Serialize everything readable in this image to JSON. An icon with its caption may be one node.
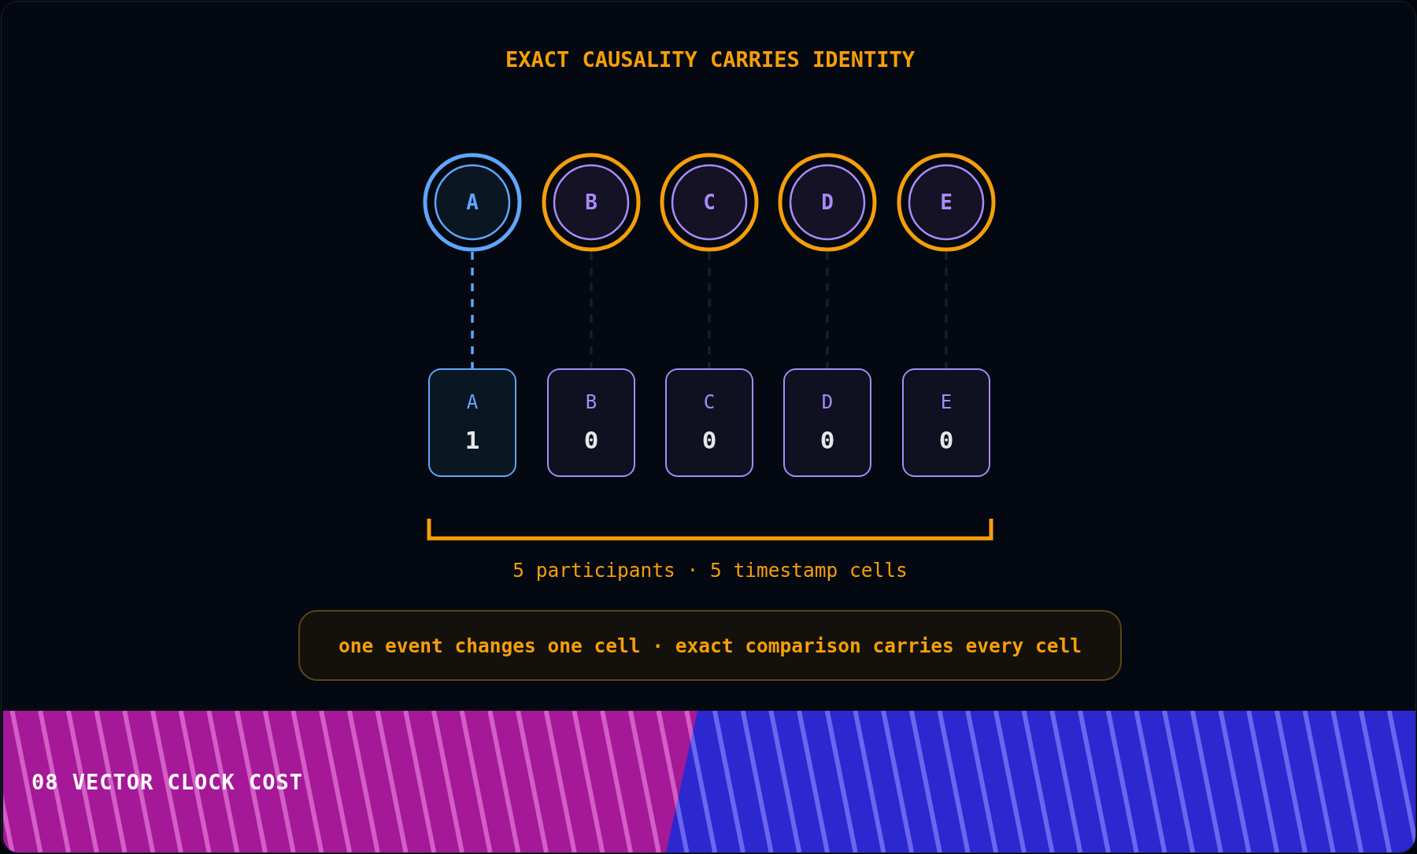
{
  "diagram": {
    "title": "EXACT CAUSALITY CARRIES IDENTITY",
    "nodes": [
      {
        "text": [
          "A"
        ]
      },
      {
        "text": [
          "B"
        ]
      },
      {
        "text": [
          "C"
        ]
      },
      {
        "text": [
          "D"
        ]
      },
      {
        "text": [
          "E"
        ]
      },
      {
        "text": [
          "A",
          "1"
        ]
      },
      {
        "text": [
          "B",
          "0"
        ]
      },
      {
        "text": [
          "C",
          "0"
        ]
      },
      {
        "text": [
          "D",
          "0"
        ]
      },
      {
        "text": [
          "E",
          "0"
        ]
      },
      {
        "text": [
          "one event changes one cell · exact comparison carries every cell"
        ]
      },
      {
        "text": [
          "08 VECTOR CLOCK COST"
        ]
      }
    ],
    "edges": [
      {
        "from": 0,
        "to": 5,
        "arrow": "none",
        "style": "dashed",
        "color": "#60a5fa"
      },
      {
        "from": 1,
        "to": 6,
        "arrow": "none",
        "style": "dashed"
      },
      {
        "from": 2,
        "to": 7,
        "arrow": "none",
        "style": "dashed"
      },
      {
        "from": 3,
        "to": 8,
        "arrow": "none",
        "style": "dashed"
      },
      {
        "from": 4,
        "to": 9,
        "arrow": "none",
        "style": "dashed"
      }
    ],
    "labels": [
      "5 participants · 5 timestamp cells"
    ]
  }
}
